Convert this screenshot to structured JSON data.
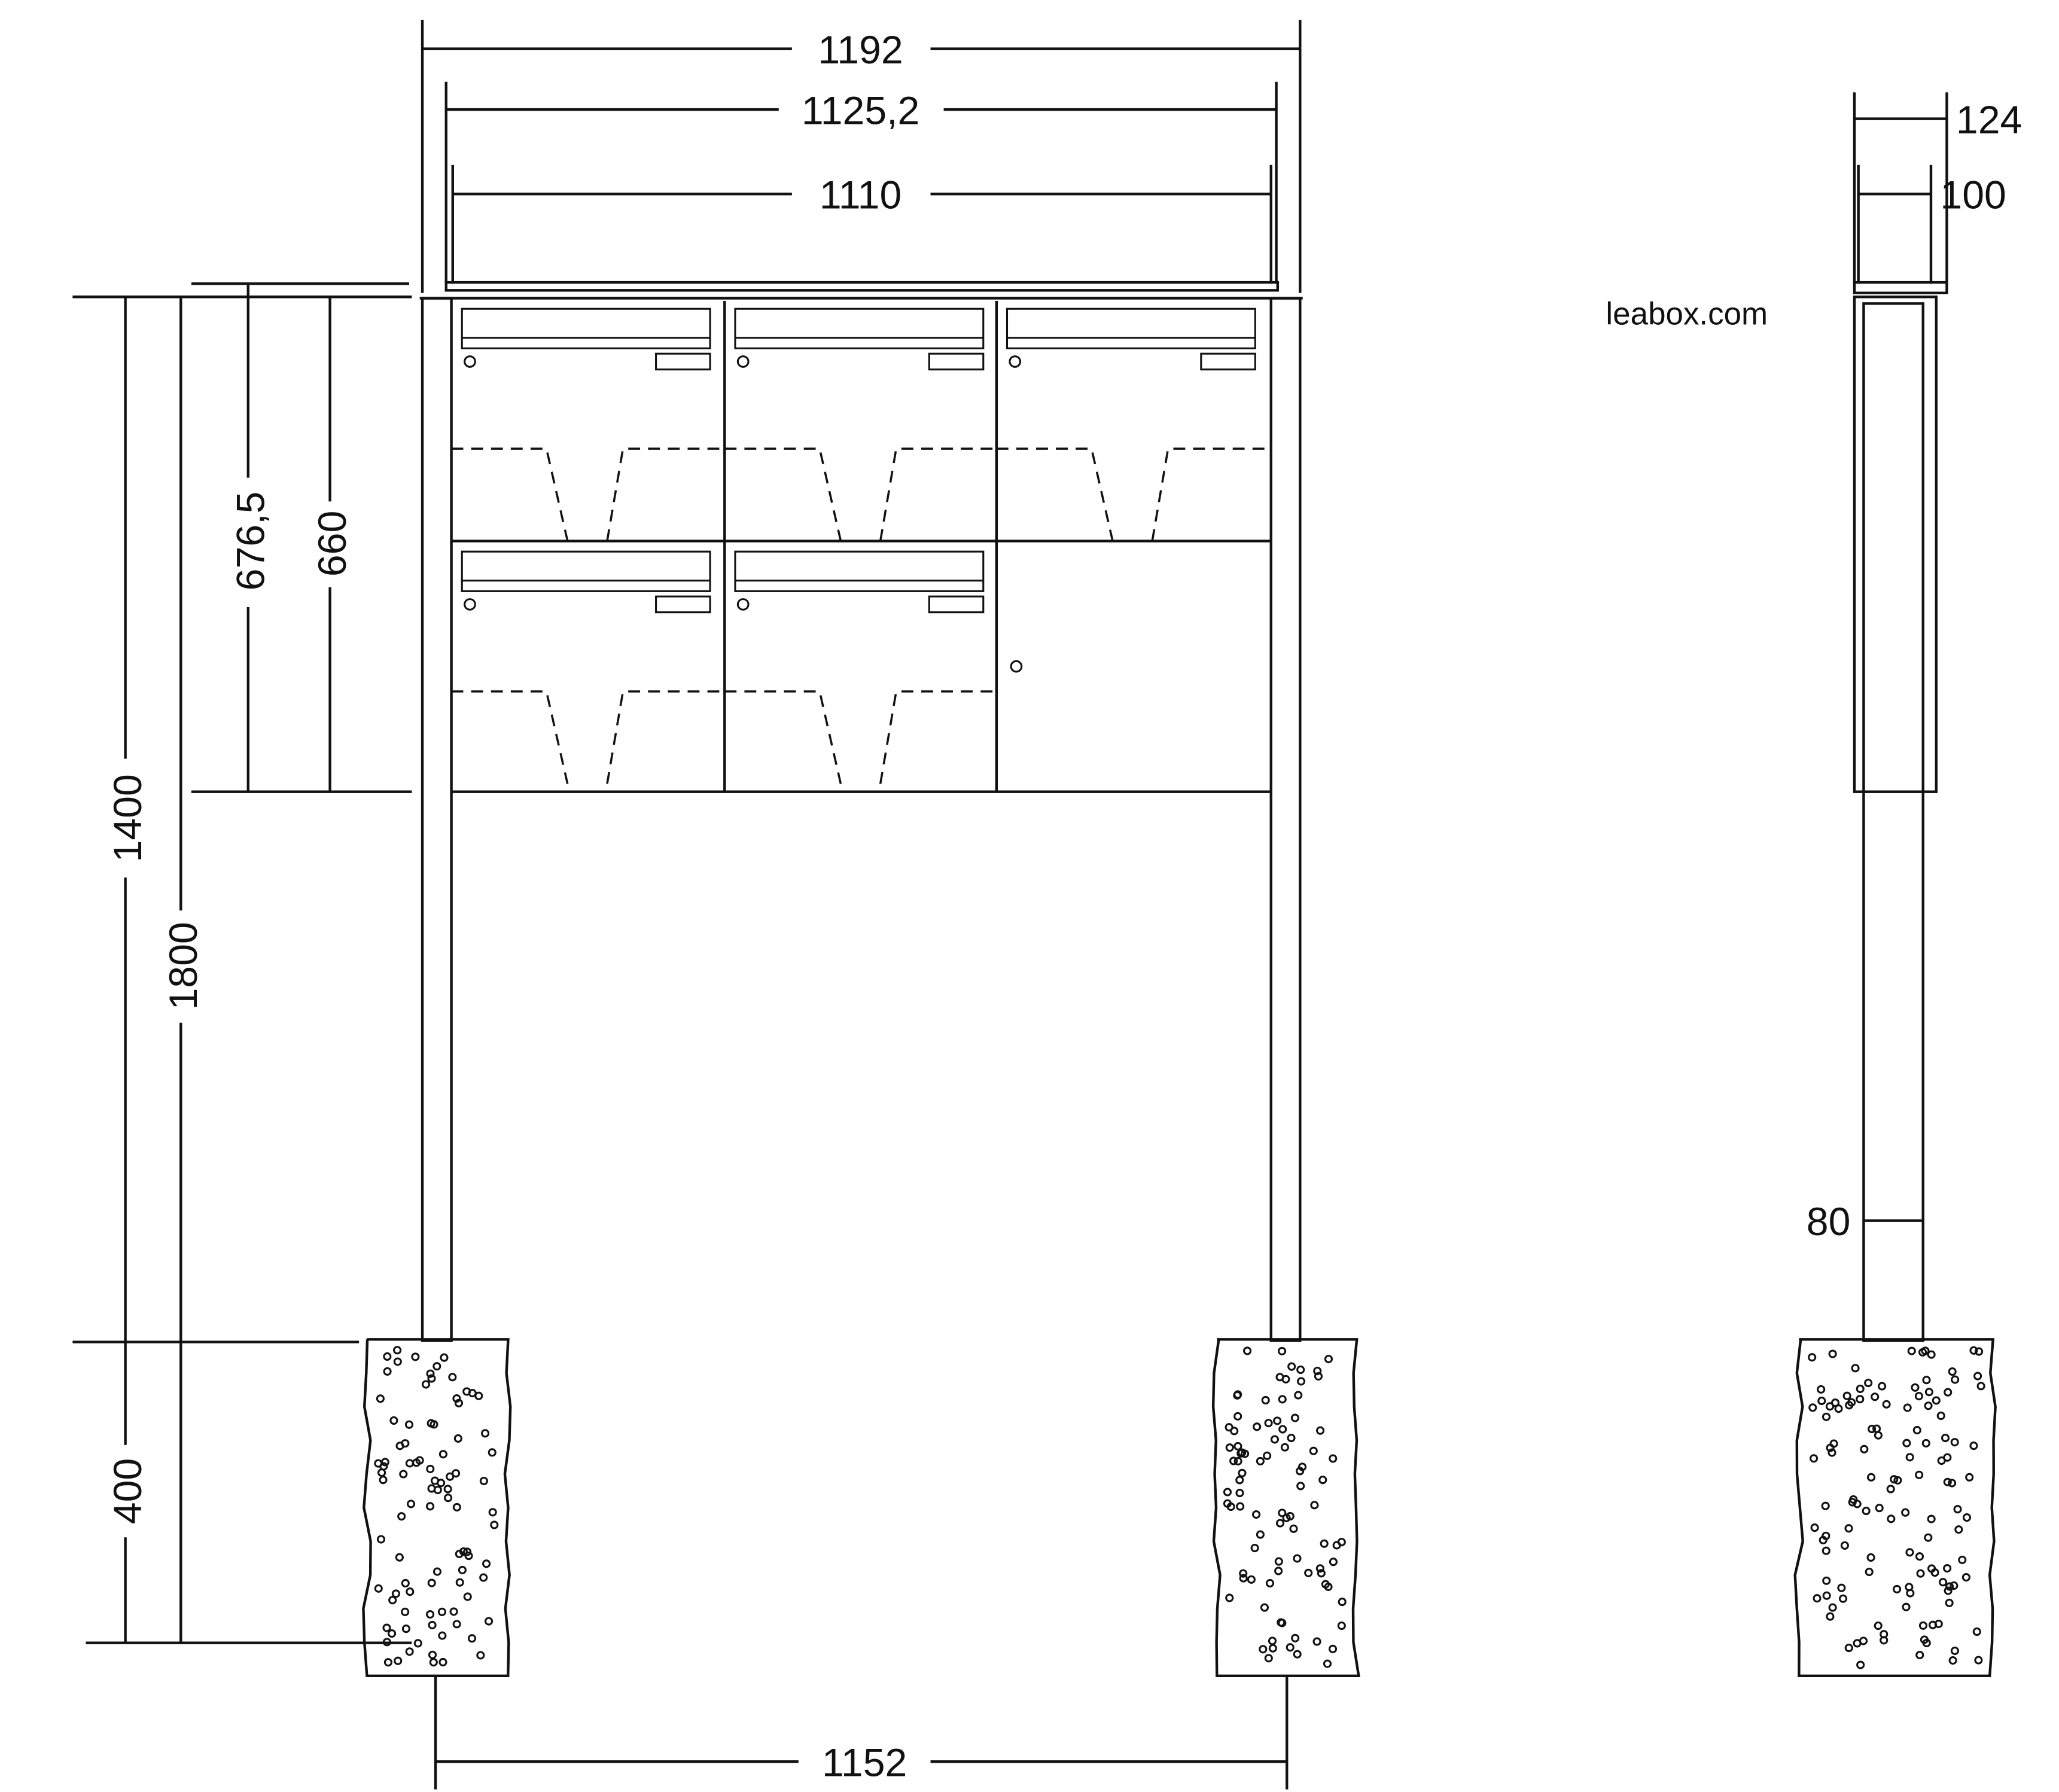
{
  "title": "Freestanding mailbox system with 5 mailboxes and 1 compartment – dimension drawing",
  "watermark": "leabox.com",
  "units": "mm",
  "dimensions": {
    "overall_width": "1192",
    "cap_width": "1125,2",
    "box_width": "1110",
    "post_spacing": "1152",
    "box_height_with_cap": "676,5",
    "box_height": "660",
    "top_height_above_ground": "1400",
    "total_height": "1800",
    "foundation_depth": "400",
    "cap_depth": "124",
    "box_depth": "100",
    "post_size": "80"
  },
  "layout": {
    "rows": 2,
    "columns": 3,
    "mailboxes": 5,
    "compartments": 1
  }
}
